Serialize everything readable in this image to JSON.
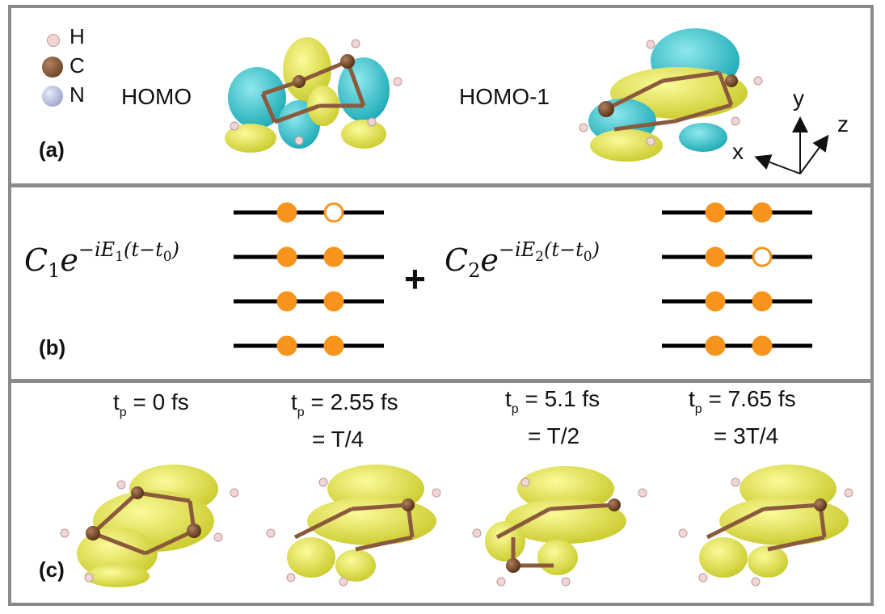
{
  "panel_a": {
    "label": "(a)",
    "legend": [
      {
        "symbol": "H",
        "color": "#f2d6d6"
      },
      {
        "symbol": "C",
        "color": "#7a4e2d"
      },
      {
        "symbol": "N",
        "color": "#aab0d8"
      }
    ],
    "homo_label": "HOMO",
    "homo1_label": "HOMO-1",
    "axes": {
      "x": "x",
      "y": "y",
      "z": "z"
    }
  },
  "panel_b": {
    "label": "(b)",
    "term1": {
      "coef": "C",
      "coef_sub": "1",
      "base": "e",
      "exp": "−iE",
      "exp_sub": "1",
      "exp_tail": "(t−t",
      "exp_tail_sub": "0",
      "exp_close": ")"
    },
    "plus": "+",
    "term2": {
      "coef": "C",
      "coef_sub": "2",
      "base": "e",
      "exp": "−iE",
      "exp_sub": "2",
      "exp_tail": "(t−t",
      "exp_tail_sub": "0",
      "exp_close": ")"
    },
    "levels_left": [
      [
        true,
        false
      ],
      [
        true,
        true
      ],
      [
        true,
        true
      ],
      [
        true,
        true
      ]
    ],
    "levels_right": [
      [
        true,
        true
      ],
      [
        true,
        false
      ],
      [
        true,
        true
      ],
      [
        true,
        true
      ]
    ],
    "electron_color": "#f7941d"
  },
  "panel_c": {
    "label": "(c)",
    "snapshots": [
      {
        "t": "t",
        "t_sub": "p",
        "value": " = 0 fs",
        "extra": ""
      },
      {
        "t": "t",
        "t_sub": "p",
        "value": " = 2.55 fs",
        "extra": "= T/4"
      },
      {
        "t": "t",
        "t_sub": "p",
        "value": " = 5.1 fs",
        "extra": "= T/2"
      },
      {
        "t": "t",
        "t_sub": "p",
        "value": " = 7.65 fs",
        "extra": "= 3T/4"
      }
    ],
    "lobe_color": "#e8e84a",
    "cyan_color": "#2ec4cf"
  }
}
